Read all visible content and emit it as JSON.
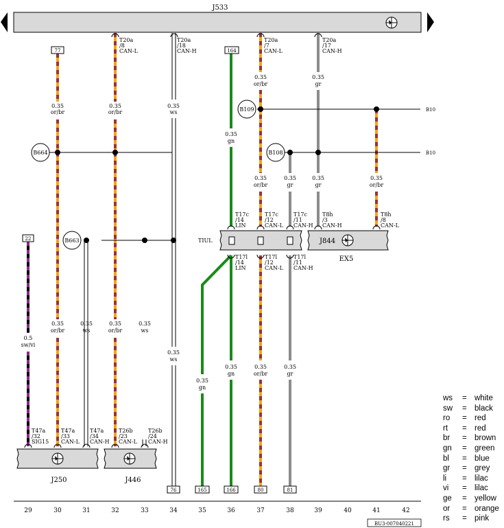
{
  "header": {
    "module": "J533"
  },
  "components": {
    "J250": "J250",
    "J446": "J446",
    "J844": "J844",
    "EX5": "EX5",
    "TIUL": "TIUL"
  },
  "splices": {
    "B664": "B664",
    "B663": "B663",
    "B109": "B109",
    "B108": "B108",
    "B10a": "B10",
    "B10b": "B10"
  },
  "boxes": {
    "b77": "77",
    "b164": "164",
    "b22": "22",
    "b76": "76",
    "b165": "165",
    "b166": "166",
    "b80": "80",
    "b81": "81"
  },
  "connectors": {
    "t20a_8": [
      "T20a",
      "/8",
      "CAN-L"
    ],
    "t20a_18": [
      "T20a",
      "/18",
      "CAN-H"
    ],
    "t20a_7": [
      "T20a",
      "/7",
      "CAN-L"
    ],
    "t20a_17": [
      "T20a",
      "/17",
      "CAN-H"
    ],
    "t17c_14": [
      "T17c",
      "/14",
      "LIN"
    ],
    "t17c_12": [
      "T17c",
      "/12",
      "CAN-L"
    ],
    "t17c_11": [
      "T17c",
      "/11",
      "CAN-H"
    ],
    "t8h_3": [
      "T8h",
      "/3",
      "CAN-H"
    ],
    "t8h_8": [
      "T8h",
      "/8",
      "CAN-L"
    ],
    "t17l_14": [
      "T17l",
      "/14",
      "LIN"
    ],
    "t17l_12": [
      "T17l",
      "/12",
      "CAN-L"
    ],
    "t17l_11": [
      "T17l",
      "/11",
      "CAN-H"
    ],
    "t47a_32": [
      "T47a",
      "/32",
      "SIG15"
    ],
    "t47a_33": [
      "T47a",
      "/33",
      "CAN-L"
    ],
    "t47a_34": [
      "T47a",
      "/34",
      "CAN-H"
    ],
    "t26b_23": [
      "T26b",
      "/23",
      "CAN-L"
    ],
    "t26b_24": [
      "T26b",
      "/24",
      "CAN-H"
    ]
  },
  "wire_labels": {
    "c30a": [
      "0.35",
      "or/br"
    ],
    "c32a": [
      "0.35",
      "or/br"
    ],
    "c34a": [
      "0.35",
      "ws"
    ],
    "c36a": [
      "0.35",
      "gn"
    ],
    "c37a": [
      "0.35",
      "or/br"
    ],
    "c39a": [
      "0.35",
      "gr"
    ],
    "c37b": [
      "0.35",
      "or/br"
    ],
    "c38b": [
      "0.35",
      "gr"
    ],
    "c39b": [
      "0.35",
      "gr"
    ],
    "c41b": [
      "0.35",
      "or/br"
    ],
    "c29c": [
      "0.5",
      "sw/vi"
    ],
    "c30c": [
      "0.35",
      "or/br"
    ],
    "c31c": [
      "0.35",
      "ws"
    ],
    "c32c": [
      "0.35",
      "or/br"
    ],
    "c33c": [
      "0.35",
      "ws"
    ],
    "c34c": [
      "0.35",
      "ws"
    ],
    "c35c": [
      "0.35",
      "gn"
    ],
    "c36c": [
      "0.35",
      "gn"
    ],
    "c37c": [
      "0.35",
      "or/br"
    ],
    "c38c": [
      "0.35",
      "gr"
    ]
  },
  "columns": [
    "29",
    "30",
    "31",
    "32",
    "33",
    "34",
    "35",
    "36",
    "37",
    "38",
    "39",
    "40",
    "41",
    "42"
  ],
  "drawing_id": "BU3-007040221",
  "legend": [
    {
      "code": "ws",
      "name": "white"
    },
    {
      "code": "sw",
      "name": "black"
    },
    {
      "code": "ro",
      "name": "red"
    },
    {
      "code": "rt",
      "name": "red"
    },
    {
      "code": "br",
      "name": "brown"
    },
    {
      "code": "gn",
      "name": "green"
    },
    {
      "code": "bl",
      "name": "blue"
    },
    {
      "code": "gr",
      "name": "grey"
    },
    {
      "code": "li",
      "name": "lilac"
    },
    {
      "code": "vi",
      "name": "lilac"
    },
    {
      "code": "ge",
      "name": "yellow"
    },
    {
      "code": "or",
      "name": "orange"
    },
    {
      "code": "rs",
      "name": "pink"
    }
  ],
  "legend_eq": "=",
  "colors": {
    "orange": "#f4a21a",
    "brown": "#9b3232",
    "green": "#1a8a1a",
    "grey": "#8c8c8c",
    "violet": "#8a2a8a",
    "black": "#000000",
    "module_fill": "#d9d9d9"
  }
}
